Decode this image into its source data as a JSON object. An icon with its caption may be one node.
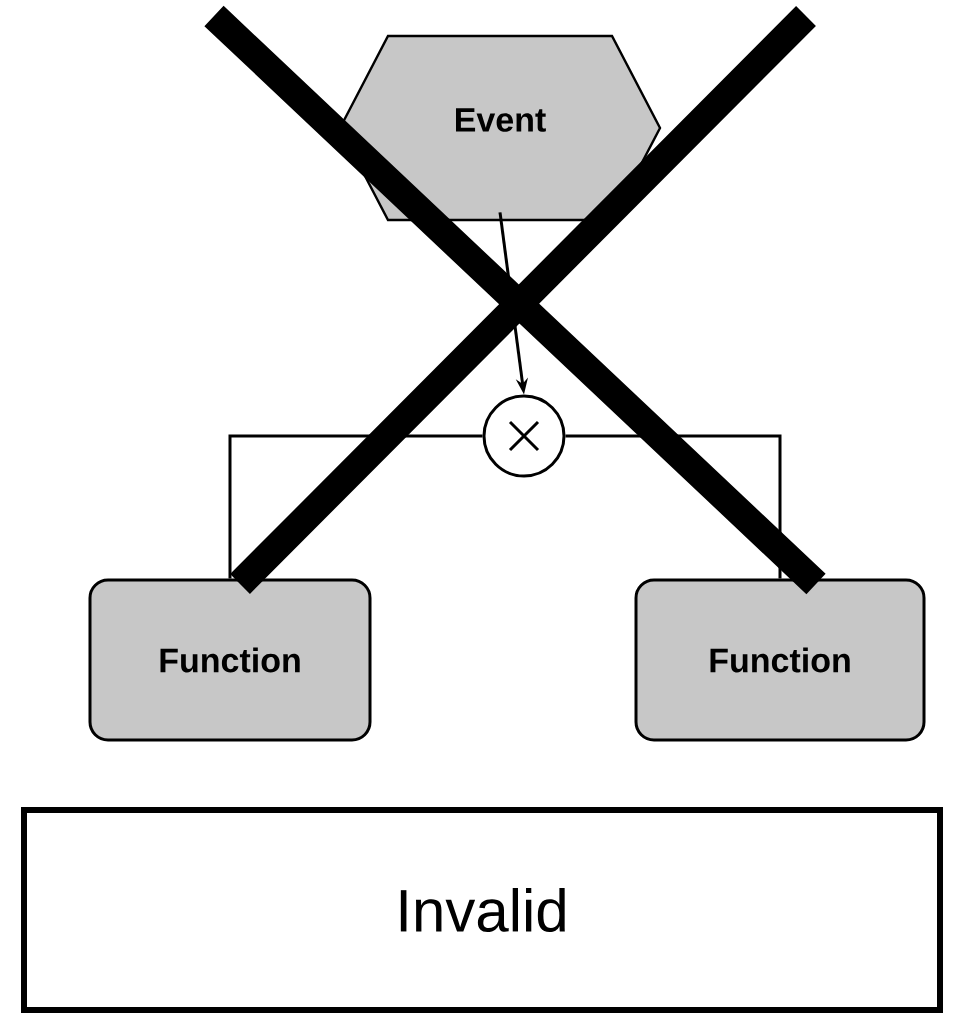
{
  "diagram": {
    "nodes": [
      {
        "text": [
          "Event"
        ]
      },
      {
        "text": [],
        "shape": "circle"
      },
      {
        "text": [
          "Function"
        ]
      },
      {
        "text": [
          "Function"
        ]
      },
      {
        "text": [
          "Invalid"
        ]
      }
    ],
    "edges": [
      {
        "from": 0,
        "to": 1,
        "arrow": "to"
      },
      {
        "from": 1,
        "to": 2,
        "arrow": "none"
      },
      {
        "from": 1,
        "to": 3,
        "arrow": "none"
      }
    ]
  }
}
